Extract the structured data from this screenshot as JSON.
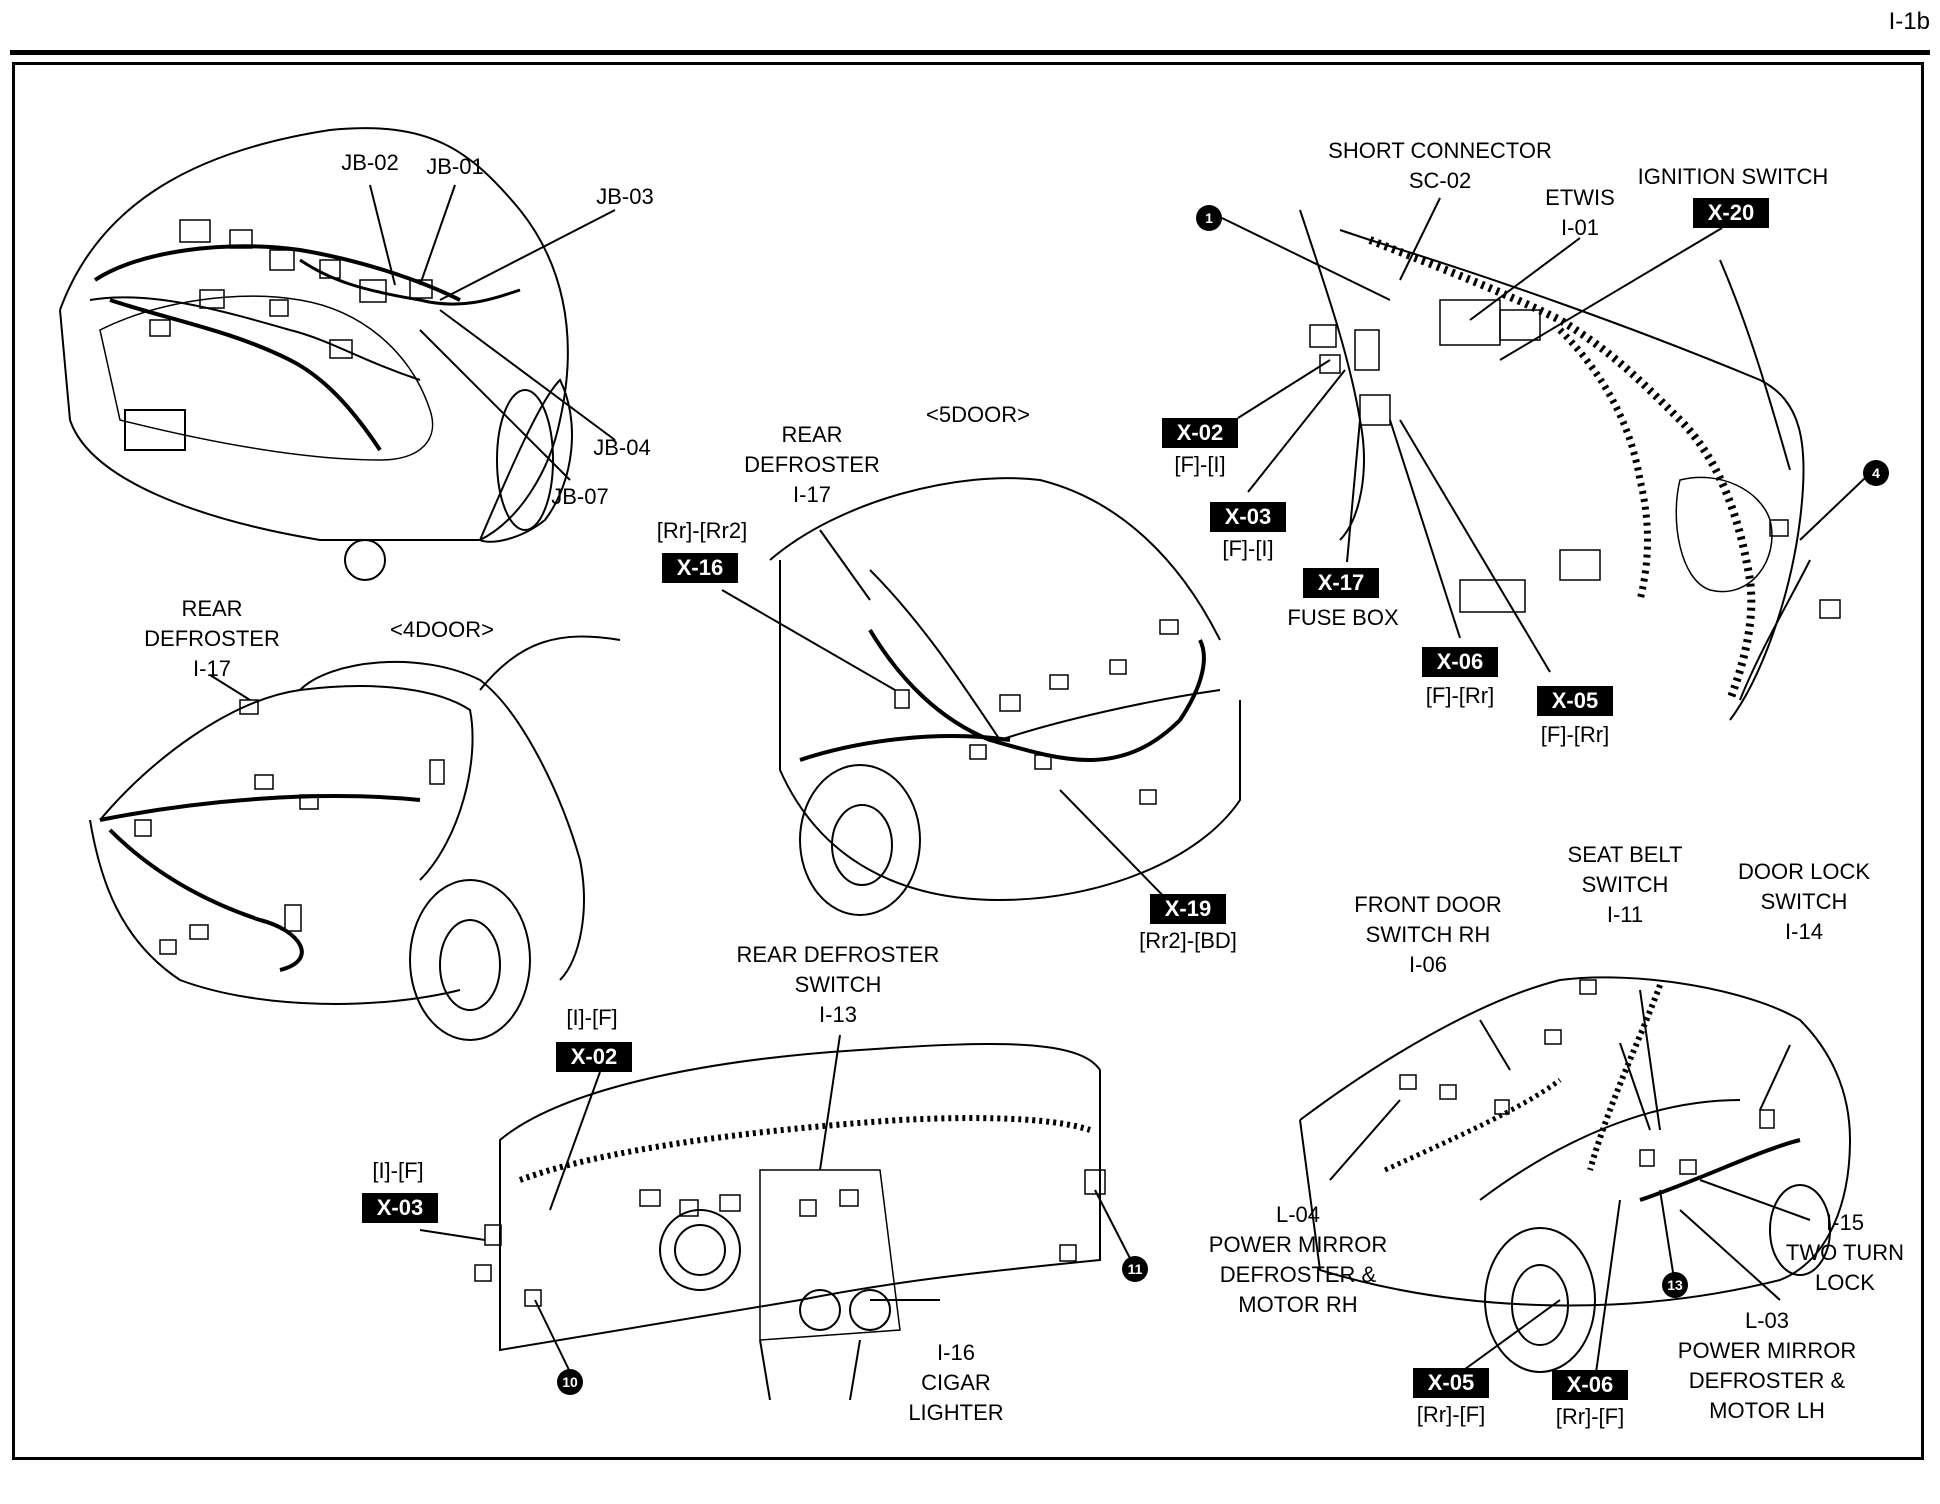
{
  "page_code": "I-1b",
  "engine_bay": {
    "labels": [
      "JB-02",
      "JB-01",
      "JB-03",
      "JB-04",
      "JB-07"
    ]
  },
  "cabin": {
    "short_connector": [
      "SHORT CONNECTOR",
      "SC-02"
    ],
    "etwis": [
      "ETWIS",
      "I-01"
    ],
    "ignition_switch": "IGNITION SWITCH",
    "fuse_box": "FUSE BOX",
    "connectors": [
      {
        "code": "X-20",
        "sub": ""
      },
      {
        "code": "X-02",
        "sub": "[F]-[I]"
      },
      {
        "code": "X-03",
        "sub": "[F]-[I]"
      },
      {
        "code": "X-17",
        "sub": ""
      },
      {
        "code": "X-06",
        "sub": "[F]-[Rr]"
      },
      {
        "code": "X-05",
        "sub": "[F]-[Rr]"
      }
    ],
    "points": [
      "1",
      "4"
    ]
  },
  "five_door": {
    "title": "<5DOOR>",
    "rear_defroster": [
      "REAR",
      "DEFROSTER",
      "I-17"
    ],
    "connectors": [
      {
        "code": "X-16",
        "sub": "[Rr]-[Rr2]"
      },
      {
        "code": "X-19",
        "sub": "[Rr2]-[BD]"
      }
    ]
  },
  "four_door": {
    "title": "<4DOOR>",
    "rear_defroster": [
      "REAR",
      "DEFROSTER",
      "I-17"
    ]
  },
  "dashboard": {
    "rear_defroster_switch": [
      "REAR DEFROSTER",
      "SWITCH",
      "I-13"
    ],
    "cigar_lighter": [
      "I-16",
      "CIGAR",
      "LIGHTER"
    ],
    "connectors": [
      {
        "code": "X-02",
        "sub": "[I]-[F]"
      },
      {
        "code": "X-03",
        "sub": "[I]-[F]"
      }
    ],
    "points": [
      "10",
      "11"
    ]
  },
  "side_body": {
    "front_door_switch": [
      "FRONT DOOR",
      "SWITCH RH",
      "I-06"
    ],
    "seat_belt_switch": [
      "SEAT BELT",
      "SWITCH",
      "I-11"
    ],
    "door_lock_switch": [
      "DOOR LOCK",
      "SWITCH",
      "I-14"
    ],
    "two_turn_lock": [
      "I-15",
      "TWO TURN",
      "LOCK"
    ],
    "mirror_rh": [
      "L-04",
      "POWER MIRROR",
      "DEFROSTER &",
      "MOTOR RH"
    ],
    "mirror_lh": [
      "L-03",
      "POWER MIRROR",
      "DEFROSTER &",
      "MOTOR LH"
    ],
    "connectors": [
      {
        "code": "X-05",
        "sub": "[Rr]-[F]"
      },
      {
        "code": "X-06",
        "sub": "[Rr]-[F]"
      }
    ],
    "points": [
      "13"
    ]
  }
}
